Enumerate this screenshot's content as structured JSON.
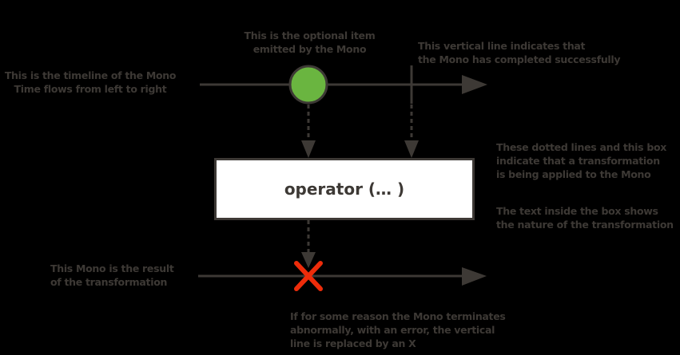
{
  "diagram": {
    "title": "Mono marble diagram legend",
    "colors": {
      "line": "#3d3935",
      "item": "#6ab540",
      "error": "#ee2c0a",
      "box": "#ffffff",
      "background": "#000000"
    },
    "operator_box": {
      "label": "operator (… )"
    },
    "annotations": {
      "timeline": [
        "This is the timeline of the Mono",
        "Time flows from left to right"
      ],
      "item": [
        "This is the optional item",
        "emitted by the Mono"
      ],
      "completion": [
        "This vertical line indicates that",
        "the Mono has completed successfully"
      ],
      "transformation": [
        "These dotted lines and this box",
        "indicate that a transformation",
        "is being applied to the Mono"
      ],
      "box_text": [
        "The text inside the box shows",
        "the nature of the transformation"
      ],
      "result": [
        "This Mono is the result",
        "of the transformation"
      ],
      "error": [
        "If for some reason the Mono terminates",
        "abnormally, with an error, the vertical",
        "line is replaced by an X"
      ]
    }
  }
}
